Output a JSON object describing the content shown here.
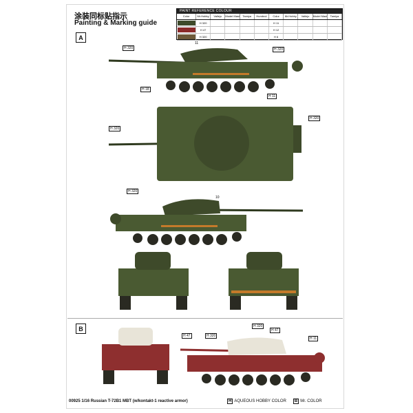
{
  "header": {
    "title_cn": "涂装同标贴指示",
    "title_en": "Painting & Marking guide"
  },
  "sections": {
    "a": "A",
    "b": "B"
  },
  "paint_table": {
    "heading": "PAINT REFERENCE COLOUR",
    "columns": [
      "Color",
      "Mr.Hobby",
      "Vallejo",
      "Model Master",
      "Tamiya",
      "Humbrol",
      "Color",
      "Mr.Hobby",
      "Vallejo",
      "Model Master",
      "Tamiya"
    ],
    "rows": [
      {
        "swatch": "#3e4a2a",
        "codes": [
          "H 320",
          "",
          "",
          "",
          "",
          "",
          "H 11",
          "",
          "",
          ""
        ]
      },
      {
        "swatch": "#8b2a2a",
        "codes": [
          "H 47",
          "",
          "",
          "",
          "",
          "",
          "H 12",
          "",
          "",
          ""
        ]
      },
      {
        "swatch": "#6e5a3a",
        "codes": [
          "H 320",
          "",
          "",
          "",
          "",
          "",
          "H 6",
          "",
          "",
          ""
        ]
      }
    ]
  },
  "callouts": {
    "barrel": "H 320",
    "hull_top": "H 320",
    "track": "H 18",
    "smoke": "H 11",
    "side2_a": "H 320",
    "side2_b": "H 320",
    "side2_c": "H 320",
    "b_1": "H 47",
    "b_2": "H 320",
    "b_3": "H 11"
  },
  "callout_numbers": [
    "11",
    "10"
  ],
  "annotation_b": [
    "H 320",
    "H 47"
  ],
  "footer": {
    "product": "00925 1/16 Russian T-72B1 MBT (w/kontakt-1 reactive armor)",
    "legend_h": "H",
    "legend_h_text": "AQUEOUS HOBBY COLOR",
    "legend_b": "B",
    "legend_b_text": "Mr. COLOR"
  },
  "colors": {
    "olive": "#4a5a32",
    "dark_olive": "#2f3a1f",
    "maroon": "#8e2f2f",
    "white": "#e8e4d8",
    "stripe_orange": "#c47a2a"
  }
}
